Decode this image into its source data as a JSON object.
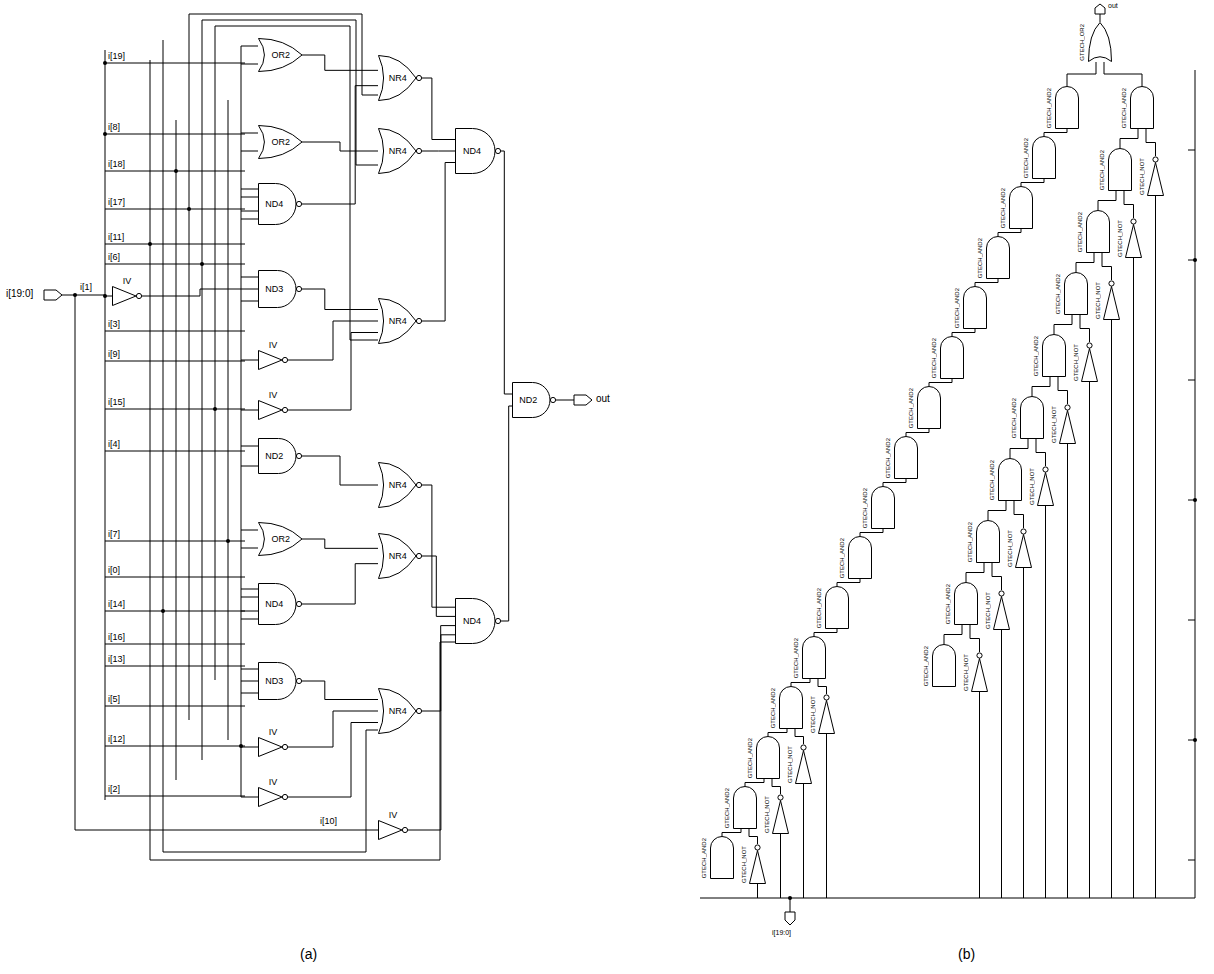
{
  "diagram": {
    "nodes": [
      {
        "text": [
          "OR2"
        ]
      },
      {
        "text": [
          "OR2"
        ]
      },
      {
        "text": [
          "ND4"
        ]
      },
      {
        "text": [
          "ND3"
        ]
      },
      {
        "text": [
          "IV"
        ]
      },
      {
        "text": [
          "IV"
        ]
      },
      {
        "text": [
          "IV"
        ]
      },
      {
        "text": [
          "ND2"
        ]
      },
      {
        "text": [
          "OR2"
        ]
      },
      {
        "text": [
          "ND4"
        ]
      },
      {
        "text": [
          "ND3"
        ]
      },
      {
        "text": [
          "IV"
        ]
      },
      {
        "text": [
          "IV"
        ]
      },
      {
        "text": [
          "IV"
        ]
      },
      {
        "text": [
          "NR4"
        ]
      },
      {
        "text": [
          "NR4"
        ]
      },
      {
        "text": [
          "NR4"
        ]
      },
      {
        "text": [
          "NR4"
        ]
      },
      {
        "text": [
          "NR4"
        ]
      },
      {
        "text": [
          "NR4"
        ]
      },
      {
        "text": [
          "ND4"
        ]
      },
      {
        "text": [
          "ND4"
        ]
      },
      {
        "text": [
          "ND2"
        ]
      },
      {
        "text": [
          "GTECH_OR2"
        ]
      },
      {
        "text": [
          "GTECH_AND2"
        ]
      },
      {
        "text": [
          "GTECH_AND2"
        ]
      },
      {
        "text": [
          "GTECH_AND2"
        ]
      },
      {
        "text": [
          "GTECH_AND2"
        ]
      },
      {
        "text": [
          "GTECH_AND2"
        ]
      },
      {
        "text": [
          "GTECH_AND2"
        ]
      },
      {
        "text": [
          "GTECH_AND2"
        ]
      },
      {
        "text": [
          "GTECH_AND2"
        ]
      },
      {
        "text": [
          "GTECH_AND2"
        ]
      },
      {
        "text": [
          "GTECH_AND2"
        ]
      },
      {
        "text": [
          "GTECH_AND2"
        ]
      },
      {
        "text": [
          "GTECH_AND2"
        ]
      },
      {
        "text": [
          "GTECH_AND2"
        ]
      },
      {
        "text": [
          "GTECH_AND2"
        ]
      },
      {
        "text": [
          "GTECH_AND2"
        ]
      },
      {
        "text": [
          "GTECH_AND2"
        ]
      },
      {
        "text": [
          "GTECH_AND2"
        ]
      },
      {
        "text": [
          "GTECH_AND2"
        ]
      },
      {
        "text": [
          "GTECH_AND2"
        ]
      },
      {
        "text": [
          "GTECH_AND2"
        ]
      },
      {
        "text": [
          "GTECH_AND2"
        ]
      },
      {
        "text": [
          "GTECH_AND2"
        ]
      },
      {
        "text": [
          "GTECH_AND2"
        ]
      },
      {
        "text": [
          "GTECH_AND2"
        ]
      },
      {
        "text": [
          "GTECH_AND2"
        ]
      },
      {
        "text": [
          "GTECH_AND2"
        ]
      },
      {
        "text": [
          "GTECH_NOT"
        ]
      },
      {
        "text": [
          "GTECH_NOT"
        ]
      },
      {
        "text": [
          "GTECH_NOT"
        ]
      },
      {
        "text": [
          "GTECH_NOT"
        ]
      },
      {
        "text": [
          "GTECH_NOT"
        ]
      },
      {
        "text": [
          "GTECH_NOT"
        ]
      },
      {
        "text": [
          "GTECH_NOT"
        ]
      },
      {
        "text": [
          "GTECH_NOT"
        ]
      },
      {
        "text": [
          "GTECH_NOT"
        ]
      },
      {
        "text": [
          "GTECH_NOT"
        ]
      },
      {
        "text": [
          "GTECH_NOT"
        ]
      },
      {
        "text": [
          "GTECH_NOT"
        ]
      },
      {
        "text": [
          "GTECH_NOT"
        ]
      }
    ],
    "edges": [
      {
        "from": 0,
        "to": 14,
        "arrow": "none"
      },
      {
        "from": 2,
        "to": 14,
        "arrow": "none"
      },
      {
        "from": 1,
        "to": 15,
        "arrow": "none"
      },
      {
        "from": 4,
        "to": 3,
        "arrow": "none"
      },
      {
        "from": 3,
        "to": 16,
        "arrow": "none"
      },
      {
        "from": 5,
        "to": 16,
        "arrow": "none"
      },
      {
        "from": 6,
        "to": 16,
        "arrow": "none"
      },
      {
        "from": 7,
        "to": 17,
        "arrow": "none"
      },
      {
        "from": 8,
        "to": 18,
        "arrow": "none"
      },
      {
        "from": 9,
        "to": 18,
        "arrow": "none"
      },
      {
        "from": 10,
        "to": 19,
        "arrow": "none"
      },
      {
        "from": 11,
        "to": 19,
        "arrow": "none"
      },
      {
        "from": 12,
        "to": 19,
        "arrow": "none"
      },
      {
        "from": 14,
        "to": 20,
        "arrow": "none"
      },
      {
        "from": 15,
        "to": 20,
        "arrow": "none"
      },
      {
        "from": 16,
        "to": 20,
        "arrow": "none"
      },
      {
        "from": 17,
        "to": 21,
        "arrow": "none"
      },
      {
        "from": 18,
        "to": 21,
        "arrow": "none"
      },
      {
        "from": 19,
        "to": 21,
        "arrow": "none"
      },
      {
        "from": 13,
        "to": 21,
        "arrow": "none"
      },
      {
        "from": 20,
        "to": 22,
        "arrow": "none"
      },
      {
        "from": 21,
        "to": 22,
        "arrow": "none"
      },
      {
        "from": 24,
        "to": 23,
        "arrow": "none"
      },
      {
        "from": 40,
        "to": 23,
        "arrow": "none"
      },
      {
        "from": 25,
        "to": 24,
        "arrow": "none"
      },
      {
        "from": 26,
        "to": 25,
        "arrow": "none"
      },
      {
        "from": 27,
        "to": 26,
        "arrow": "none"
      },
      {
        "from": 28,
        "to": 27,
        "arrow": "none"
      },
      {
        "from": 29,
        "to": 28,
        "arrow": "none"
      },
      {
        "from": 30,
        "to": 29,
        "arrow": "none"
      },
      {
        "from": 31,
        "to": 30,
        "arrow": "none"
      },
      {
        "from": 32,
        "to": 31,
        "arrow": "none"
      },
      {
        "from": 33,
        "to": 32,
        "arrow": "none"
      },
      {
        "from": 34,
        "to": 33,
        "arrow": "none"
      },
      {
        "from": 35,
        "to": 34,
        "arrow": "none"
      },
      {
        "from": 36,
        "to": 35,
        "arrow": "none"
      },
      {
        "from": 37,
        "to": 36,
        "arrow": "none"
      },
      {
        "from": 38,
        "to": 37,
        "arrow": "none"
      },
      {
        "from": 39,
        "to": 38,
        "arrow": "none"
      },
      {
        "from": 41,
        "to": 40,
        "arrow": "none"
      },
      {
        "from": 42,
        "to": 41,
        "arrow": "none"
      },
      {
        "from": 43,
        "to": 42,
        "arrow": "none"
      },
      {
        "from": 44,
        "to": 43,
        "arrow": "none"
      },
      {
        "from": 45,
        "to": 44,
        "arrow": "none"
      },
      {
        "from": 46,
        "to": 45,
        "arrow": "none"
      },
      {
        "from": 47,
        "to": 46,
        "arrow": "none"
      },
      {
        "from": 48,
        "to": 47,
        "arrow": "none"
      },
      {
        "from": 49,
        "to": 48,
        "arrow": "none"
      },
      {
        "from": 50,
        "to": 40,
        "arrow": "none"
      },
      {
        "from": 51,
        "to": 41,
        "arrow": "none"
      },
      {
        "from": 52,
        "to": 42,
        "arrow": "none"
      },
      {
        "from": 53,
        "to": 43,
        "arrow": "none"
      },
      {
        "from": 54,
        "to": 44,
        "arrow": "none"
      },
      {
        "from": 55,
        "to": 45,
        "arrow": "none"
      },
      {
        "from": 56,
        "to": 46,
        "arrow": "none"
      },
      {
        "from": 57,
        "to": 47,
        "arrow": "none"
      },
      {
        "from": 58,
        "to": 48,
        "arrow": "none"
      },
      {
        "from": 59,
        "to": 35,
        "arrow": "none"
      },
      {
        "from": 60,
        "to": 36,
        "arrow": "none"
      },
      {
        "from": 61,
        "to": 37,
        "arrow": "none"
      },
      {
        "from": 62,
        "to": 38,
        "arrow": "none"
      }
    ],
    "labels": [
      "i[19]",
      "i[8]",
      "i[18]",
      "i[17]",
      "i[11]",
      "i[6]",
      "i[1]",
      "i[3]",
      "i[9]",
      "i[15]",
      "i[4]",
      "i[7]",
      "i[0]",
      "i[14]",
      "i[16]",
      "i[13]",
      "i[5]",
      "i[12]",
      "i[2]",
      "i[10]",
      "i[19:0]",
      "out",
      "(a)",
      "out",
      "i[19:0]",
      "(b)"
    ]
  }
}
